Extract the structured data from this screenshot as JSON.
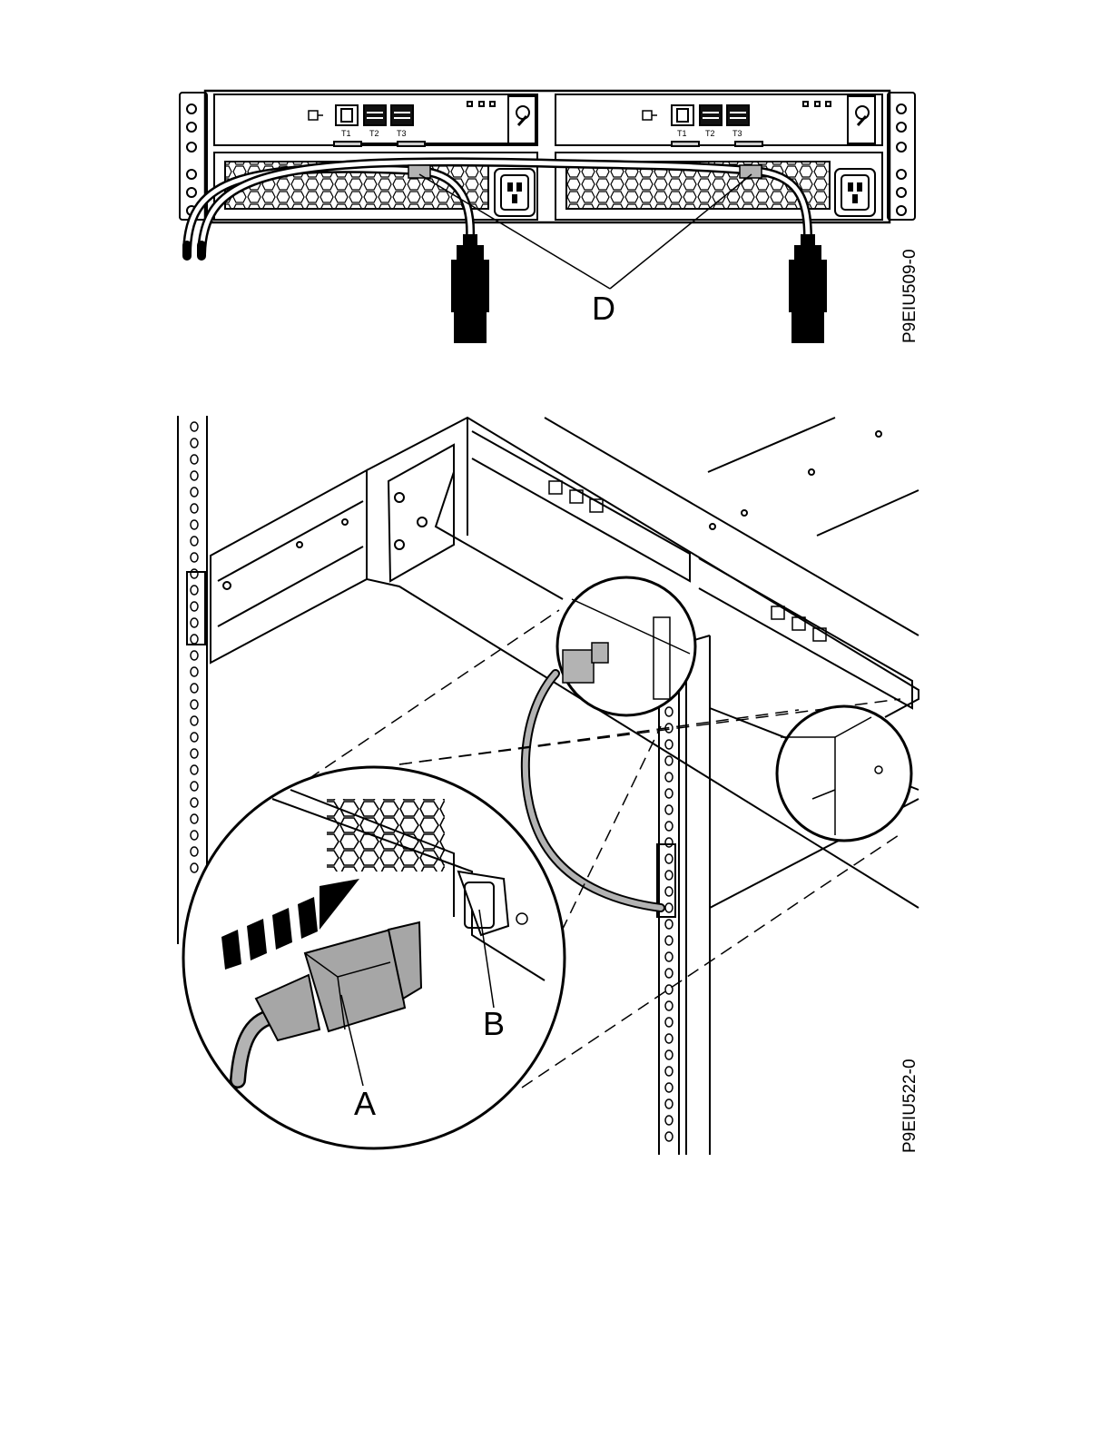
{
  "figure_top": {
    "callout_d": "D",
    "figure_id": "P9EIU509-0",
    "port_labels": [
      "T1",
      "T2",
      "T3"
    ]
  },
  "figure_bottom": {
    "callout_a": "A",
    "callout_b": "B",
    "figure_id": "P9EIU522-0"
  },
  "colors": {
    "line": "#000000",
    "cable_fill": "#b3b3b3",
    "plug_fill": "#a6a6a6",
    "background": "#ffffff"
  }
}
